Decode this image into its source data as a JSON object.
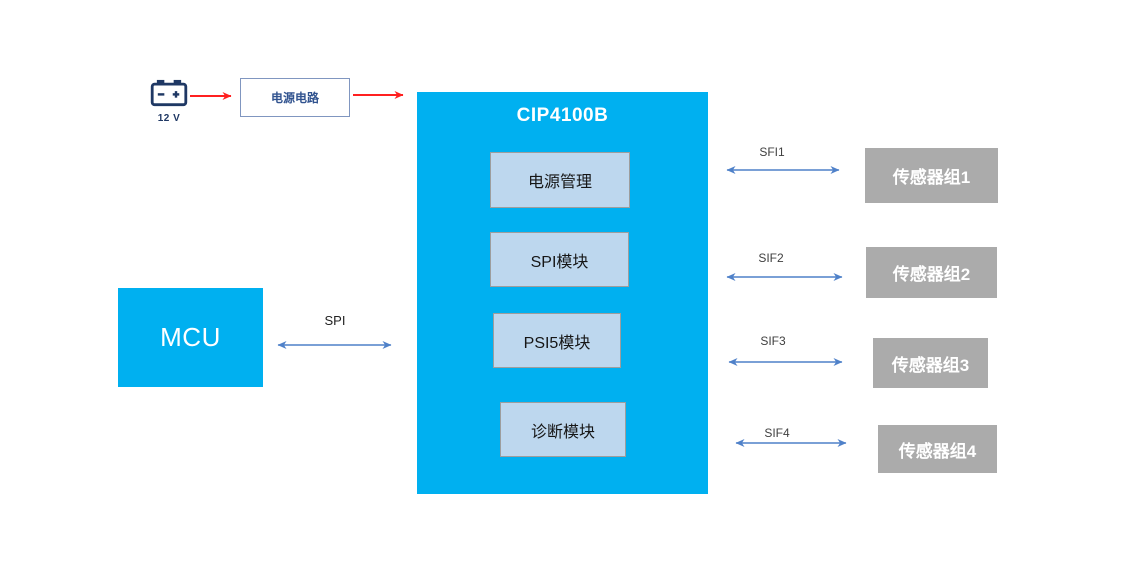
{
  "diagram": {
    "battery": {
      "voltage_label": "12 V"
    },
    "power_circuit": {
      "label": "电源电路"
    },
    "chip": {
      "title": "CIP4100B",
      "modules": [
        {
          "label": "电源管理"
        },
        {
          "label": "SPI模块"
        },
        {
          "label": "PSI5模块"
        },
        {
          "label": "诊断模块"
        }
      ]
    },
    "mcu": {
      "label": "MCU",
      "bus_label": "SPI"
    },
    "sensor_interfaces": [
      {
        "bus_label": "SFI1",
        "sensor_label": "传感器组1"
      },
      {
        "bus_label": "SIF2",
        "sensor_label": "传感器组2"
      },
      {
        "bus_label": "SIF3",
        "sensor_label": "传感器组3"
      },
      {
        "bus_label": "SIF4",
        "sensor_label": "传感器组4"
      }
    ],
    "colors": {
      "chip_cyan": "#00B0F0",
      "module_fill": "#BDD7EE",
      "module_border": "#9D9D9D",
      "sensor_gray": "#ABABAB",
      "arrow_blue": "#4F81C9",
      "arrow_red": "#FF2020",
      "battery_navy": "#1F3864",
      "power_box_border": "#8096C0",
      "power_box_text": "#31538F",
      "label_text": "#3F3F3F"
    }
  }
}
